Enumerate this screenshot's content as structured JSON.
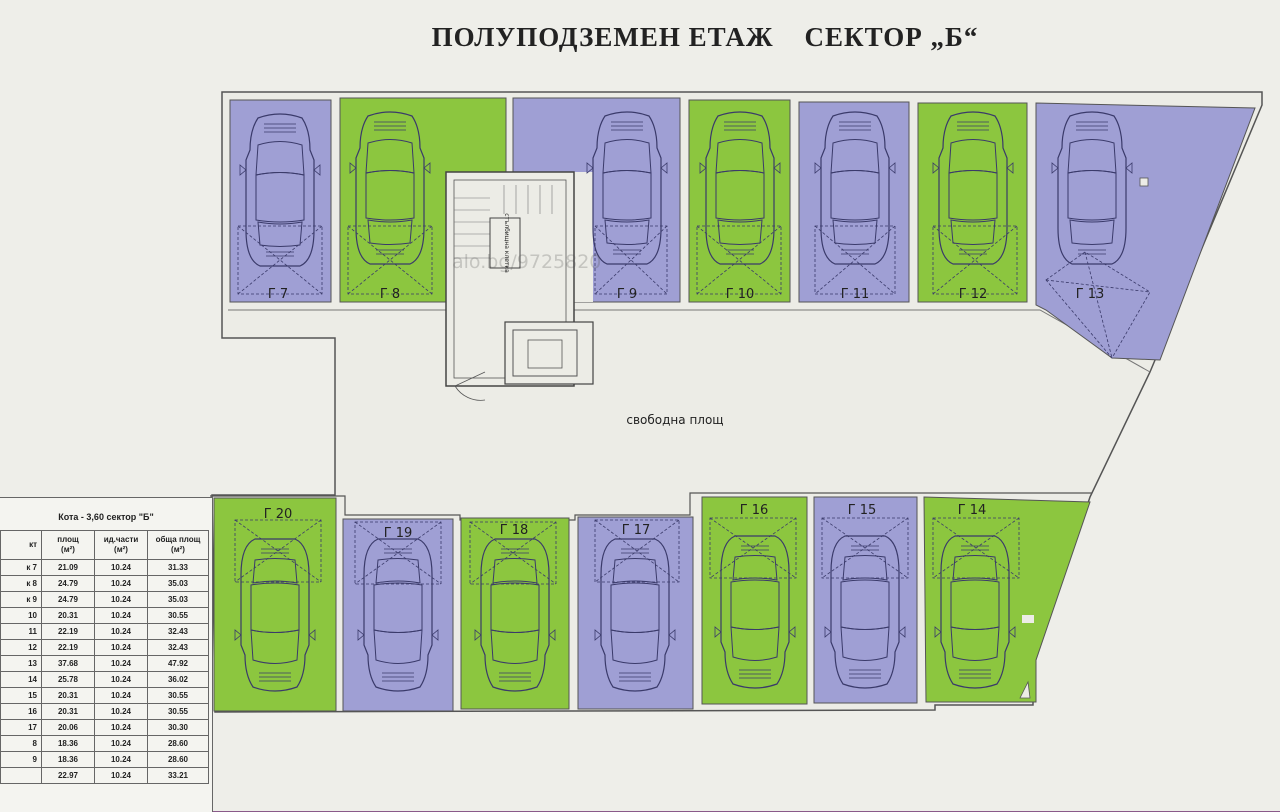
{
  "title": "ПОЛУПОДЗЕМЕН ЕТАЖ    СЕКТОР „Б“",
  "free_area_label": "свободна площ",
  "stair_label": "стълбищна клетка",
  "watermark": "alo.bg/9725820",
  "colors": {
    "green": "#8cc63f",
    "purple": "#9f9fd4",
    "background": "#eeeee9",
    "line": "#4a4a7a"
  },
  "spaces": [
    {
      "label": "Г 7",
      "fill": "purple"
    },
    {
      "label": "Г 8",
      "fill": "green"
    },
    {
      "label": "Г 9",
      "fill": "purple"
    },
    {
      "label": "Г 10",
      "fill": "green"
    },
    {
      "label": "Г 11",
      "fill": "purple"
    },
    {
      "label": "Г 12",
      "fill": "green"
    },
    {
      "label": "Г 13",
      "fill": "purple"
    },
    {
      "label": "Г 14",
      "fill": "green"
    },
    {
      "label": "Г 15",
      "fill": "purple"
    },
    {
      "label": "Г 16",
      "fill": "green"
    },
    {
      "label": "Г 17",
      "fill": "purple"
    },
    {
      "label": "Г 18",
      "fill": "green"
    },
    {
      "label": "Г 19",
      "fill": "purple"
    },
    {
      "label": "Г 20",
      "fill": "green"
    }
  ],
  "table": {
    "caption": "Кота - 3,60  сектор \"Б\"",
    "headers": [
      "кт",
      "площ\n(м²)",
      "ид.части\n(м²)",
      "обща площ\n(м²)"
    ],
    "rows": [
      [
        "к 7",
        "21.09",
        "10.24",
        "31.33"
      ],
      [
        "к 8",
        "24.79",
        "10.24",
        "35.03"
      ],
      [
        "к 9",
        "24.79",
        "10.24",
        "35.03"
      ],
      [
        "10",
        "20.31",
        "10.24",
        "30.55"
      ],
      [
        "11",
        "22.19",
        "10.24",
        "32.43"
      ],
      [
        "12",
        "22.19",
        "10.24",
        "32.43"
      ],
      [
        "13",
        "37.68",
        "10.24",
        "47.92"
      ],
      [
        "14",
        "25.78",
        "10.24",
        "36.02"
      ],
      [
        "15",
        "20.31",
        "10.24",
        "30.55"
      ],
      [
        "16",
        "20.31",
        "10.24",
        "30.55"
      ],
      [
        "17",
        "20.06",
        "10.24",
        "30.30"
      ],
      [
        "8",
        "18.36",
        "10.24",
        "28.60"
      ],
      [
        "9",
        "18.36",
        "10.24",
        "28.60"
      ],
      [
        "",
        "22.97",
        "10.24",
        "33.21"
      ]
    ]
  }
}
